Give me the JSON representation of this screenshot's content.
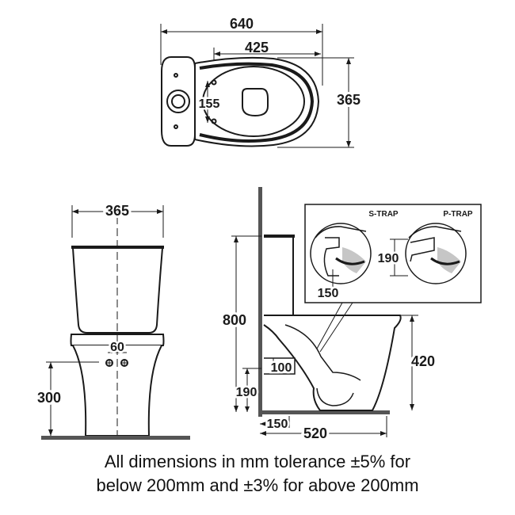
{
  "top_view": {
    "overall_length": "640",
    "seat_length": "425",
    "width": "365",
    "fixing_centres": "155"
  },
  "front_view": {
    "width": "365",
    "fixing_spacing": "60",
    "fixing_height": "300"
  },
  "side_view": {
    "overall_height": "800",
    "seat_height": "420",
    "outlet_height": "100",
    "p_trap_height": "190",
    "s_trap_floor_height": "190",
    "s_trap_wall_distance": "150",
    "projection": "520",
    "wall_to_outlet": "150"
  },
  "trap_inset": {
    "s_trap_label": "S-TRAP",
    "p_trap_label": "P-TRAP"
  },
  "caption": {
    "line1": "All dimensions in mm tolerance ±5% for",
    "line2": "below 200mm and ±3% for above 200mm"
  }
}
